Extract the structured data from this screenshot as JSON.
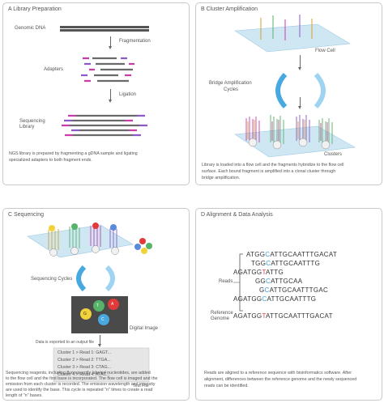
{
  "panelA": {
    "title": "A  Library Preparation",
    "genomic_dna": "Genomic DNA",
    "fragmentation": "Fragmentation",
    "adapters": "Adapters",
    "ligation": "Ligation",
    "seq_library_1": "Sequencing",
    "seq_library_2": "Library",
    "caption_1": "NGS library is prepared by fragmenting a gDNA sample and ligating",
    "caption_2": "specialized adapters to both fragment ends."
  },
  "panelB": {
    "title": "B  Cluster Amplification",
    "flow_cell": "Flow Cell",
    "bridge_1": "Bridge Amplification",
    "bridge_2": "Cycles",
    "clusters": "Clusters",
    "caption_1": "Library is loaded into a flow cell and the fragments hybridize to the flow cell",
    "caption_2": "surface. Each bound fragment is amplified into a clonal cluster through",
    "caption_3": "bridge amplification."
  },
  "panelC": {
    "title": "C  Sequencing",
    "cycles": "Sequencing Cycles",
    "digital_image": "Digital Image",
    "exported": "Data is exported to an output file",
    "text_file": "Text File",
    "file_lines": [
      "Cluster 1 > Read 1: GAGT...",
      "Cluster 2 > Read 2: TTGA...",
      "Cluster 3 > Read 3: CTAG...",
      "Cluster 4 > Read 4: ATAC..."
    ],
    "spot_letters": [
      "G",
      "T",
      "A",
      "C"
    ],
    "caption_1": "Sequencing reagents, including fluorescently labeled nucleotides, are added",
    "caption_2": "to the flow cell and the first base is incorporated. The flow cell is imaged and the",
    "caption_3": "emission from each cluster is recorded. The emission wavelength and intensity",
    "caption_4": "are used to identify the base. This cycle is repeated \"n\" times to create a read",
    "caption_5": "length of \"n\" bases."
  },
  "panelD": {
    "title": "D  Alignment & Data Analysis",
    "reads_label": "Reads",
    "reference_1": "Reference",
    "reference_2": "Genome",
    "reads": [
      {
        "pre": "ATGG",
        "hl": "C",
        "post": "ATTGCAATTTGACAT",
        "color": "blue"
      },
      {
        "pre": "TGG",
        "hl": "C",
        "post": "ATTGCAATTTG",
        "color": "blue"
      },
      {
        "pre": "AGATGG",
        "hl": "T",
        "post": "ATTG",
        "color": "red"
      },
      {
        "pre": "GG",
        "hl": "C",
        "post": "ATTGCAA",
        "color": "blue"
      },
      {
        "pre": "G",
        "hl": "C",
        "post": "ATTGCAATTTGAC",
        "color": "blue"
      },
      {
        "pre": "AGATGG",
        "hl": "C",
        "post": "ATTGCAATTTG",
        "color": "blue"
      }
    ],
    "reference_seq": {
      "pre": "AGATGG",
      "hl": "T",
      "post": "ATTGCAATTTGACAT"
    },
    "caption_1": "Reads are aligned to a reference sequence with bioinformatics software. After",
    "caption_2": "alignment, differences between the reference genome and the newly sequenced",
    "caption_3": "reads can be identified."
  }
}
